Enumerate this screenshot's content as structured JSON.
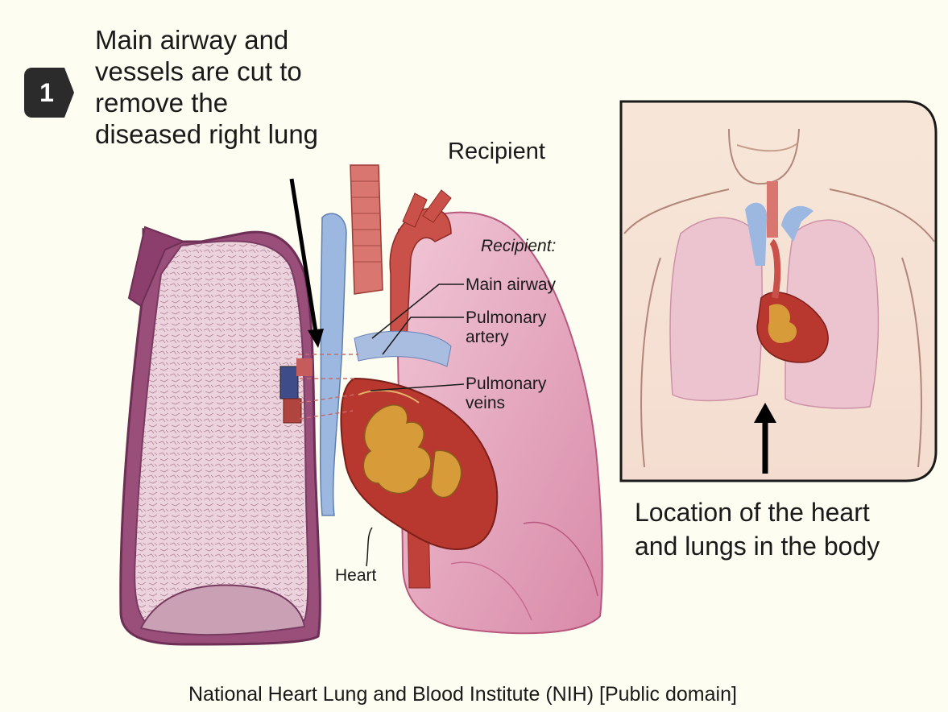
{
  "step": {
    "number": "1",
    "lines": [
      "Main airway and",
      "vessels are cut to",
      "remove the",
      "diseased right lung"
    ]
  },
  "recipient_title": "Recipient",
  "recipient_subtitle": "Recipient:",
  "labels": {
    "main_airway": "Main airway",
    "pulmonary_artery": [
      "Pulmonary",
      "artery"
    ],
    "pulmonary_veins": [
      "Pulmonary",
      "veins"
    ],
    "heart": "Heart"
  },
  "inset_caption": [
    "Location of the heart",
    "and lungs in the body"
  ],
  "credit": "National Heart Lung and Blood Institute (NIH) [Public domain]",
  "colors": {
    "background": "#fdfdf1",
    "lung_outline": "#8a3d6b",
    "lung_fill": "#e8c3cf",
    "heart_red": "#b8372e",
    "heart_gold": "#d89b3a",
    "vein_blue": "#8fb0dc",
    "badge": "#2b2b2b"
  }
}
